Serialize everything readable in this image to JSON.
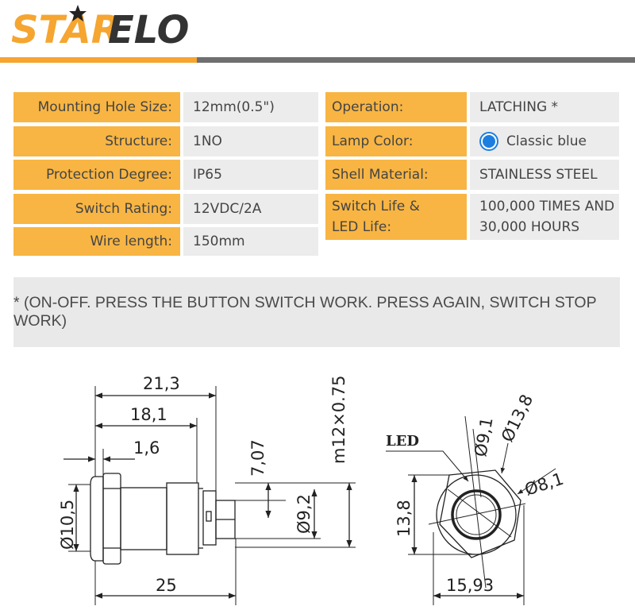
{
  "brand": {
    "logo_text_a": "STAR",
    "logo_text_b": "ELO",
    "colors": {
      "gold": "#f5a530",
      "dark": "#333333",
      "rule_gray": "#6f6f6f",
      "label_bg": "#f8b543",
      "value_bg": "#ececec",
      "lamp_blue": "#1c7fe0"
    }
  },
  "specs_left": [
    {
      "label": "Mounting Hole Size:",
      "value": "12mm(0.5\")"
    },
    {
      "label": "Structure:",
      "value": "1NO"
    },
    {
      "label": "Protection Degree:",
      "value": "IP65"
    },
    {
      "label": "Switch Rating:",
      "value": "12VDC/2A"
    },
    {
      "label": "Wire length:",
      "value": "150mm"
    }
  ],
  "specs_right": [
    {
      "label": "Operation:",
      "value": "LATCHING *"
    },
    {
      "label": "Lamp Color:",
      "value": "Classic blue",
      "icon": "blue-dot-icon"
    },
    {
      "label": "Shell Material:",
      "value": "STAINLESS STEEL"
    },
    {
      "label_line1": "Switch Life &",
      "label_line2": "LED Life:",
      "value_line1": "100,000 TIMES AND",
      "value_line2": "30,000 HOURS"
    }
  ],
  "note": "* (ON-OFF. PRESS THE BUTTON SWITCH WORK. PRESS AGAIN, SWITCH STOP WORK)",
  "drawing": {
    "side_view": {
      "dim_21_3": "21,3",
      "dim_18_1": "18,1",
      "dim_1_6": "1,6",
      "dim_7_07": "7,07",
      "dim_thread": "m12×0.75",
      "dim_dia_10_5": "Ø10,5",
      "dim_dia_9_2": "Ø9,2",
      "dim_25": "25"
    },
    "front_view": {
      "led_label": "LED",
      "dim_dia_9_1": "Ø9,1",
      "dim_dia_13_8": "Ø13,8",
      "dim_dia_8_1": "Ø8,1",
      "dim_13_8": "13,8",
      "dim_15_93": "15,93"
    }
  }
}
